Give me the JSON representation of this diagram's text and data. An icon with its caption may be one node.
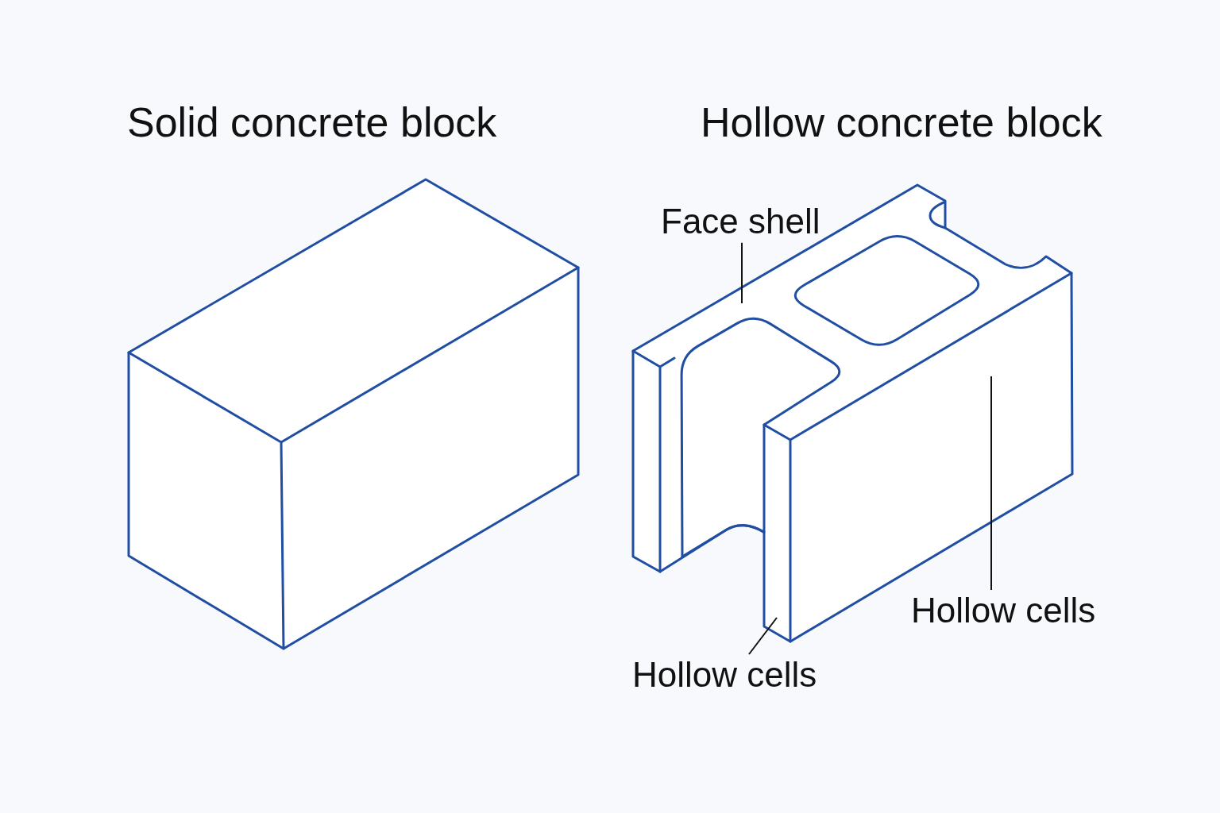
{
  "diagram": {
    "nodes": [
      {
        "text": [
          "Face shell"
        ]
      },
      {
        "text": [
          "Hollow cells"
        ]
      },
      {
        "text": [
          "Hollow cells"
        ]
      }
    ],
    "edges": [
      {
        "from": 0,
        "to": null,
        "arrow": "none"
      },
      {
        "from": 1,
        "to": null,
        "arrow": "none"
      },
      {
        "from": 2,
        "to": null,
        "arrow": "none"
      }
    ],
    "labels": [
      "Solid concrete block",
      "Hollow concrete block"
    ]
  }
}
